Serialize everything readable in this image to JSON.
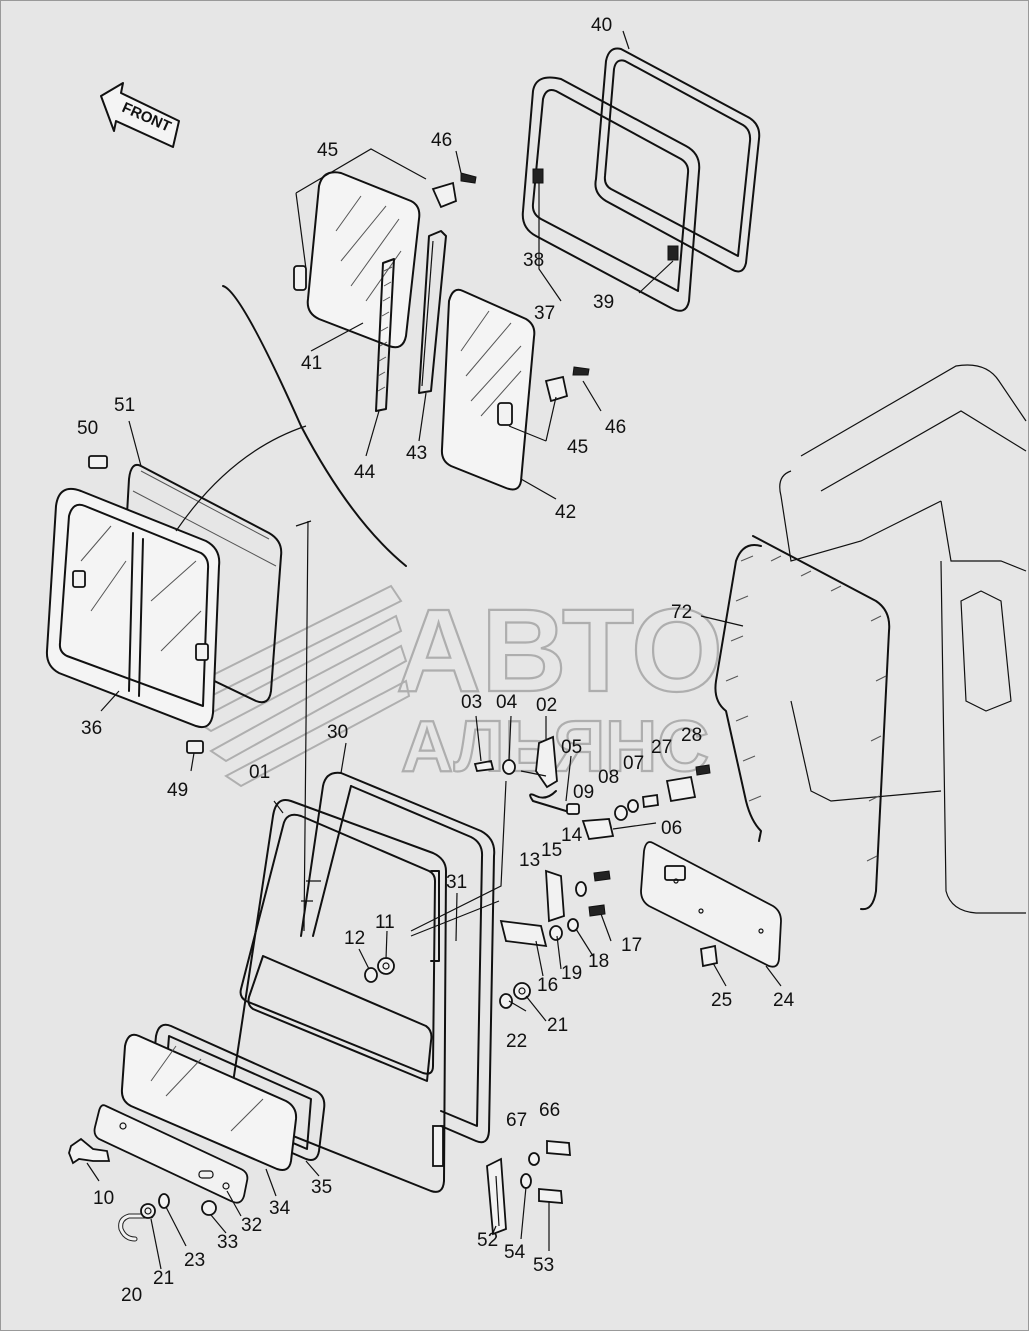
{
  "diagram": {
    "direction_arrow": {
      "label": "FRONT",
      "icon": "front-arrow-icon"
    },
    "watermark": {
      "line1": "АВТО",
      "line2": "АЛЬЯНС"
    },
    "callouts": [
      "40",
      "45",
      "46",
      "38",
      "39",
      "37",
      "41",
      "43",
      "44",
      "46",
      "45",
      "42",
      "50",
      "51",
      "36",
      "49",
      "72",
      "03",
      "04",
      "02",
      "05",
      "07",
      "08",
      "27",
      "28",
      "09",
      "06",
      "14",
      "15",
      "13",
      "17",
      "18",
      "19",
      "16",
      "30",
      "01",
      "31",
      "11",
      "12",
      "21",
      "22",
      "24",
      "25",
      "67",
      "66",
      "10",
      "32",
      "34",
      "35",
      "33",
      "23",
      "21",
      "20",
      "52",
      "54",
      "53"
    ]
  }
}
